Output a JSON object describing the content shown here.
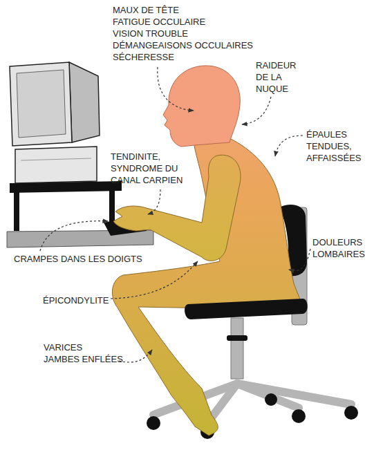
{
  "diagram": {
    "labels": [
      "MAUX DE TÊTE",
      "FATIGUE OCCULAIRE",
      "VISION TROUBLE",
      "DÉMANGEAISONS OCCULAIRES",
      "SÉCHERESSE",
      "RAIDEUR DE LA NUQUE",
      "ÉPAULES TENDUES, AFFAISSÉES",
      "TENDINITE, SYNDROME DU CANAL CARPIEN",
      "DOULEURS LOMBAIRES",
      "CRAMPES DANS LES DOIGTS",
      "ÉPICONDYLITE",
      "VARICES",
      "JAMBES ENFLÉES"
    ]
  }
}
